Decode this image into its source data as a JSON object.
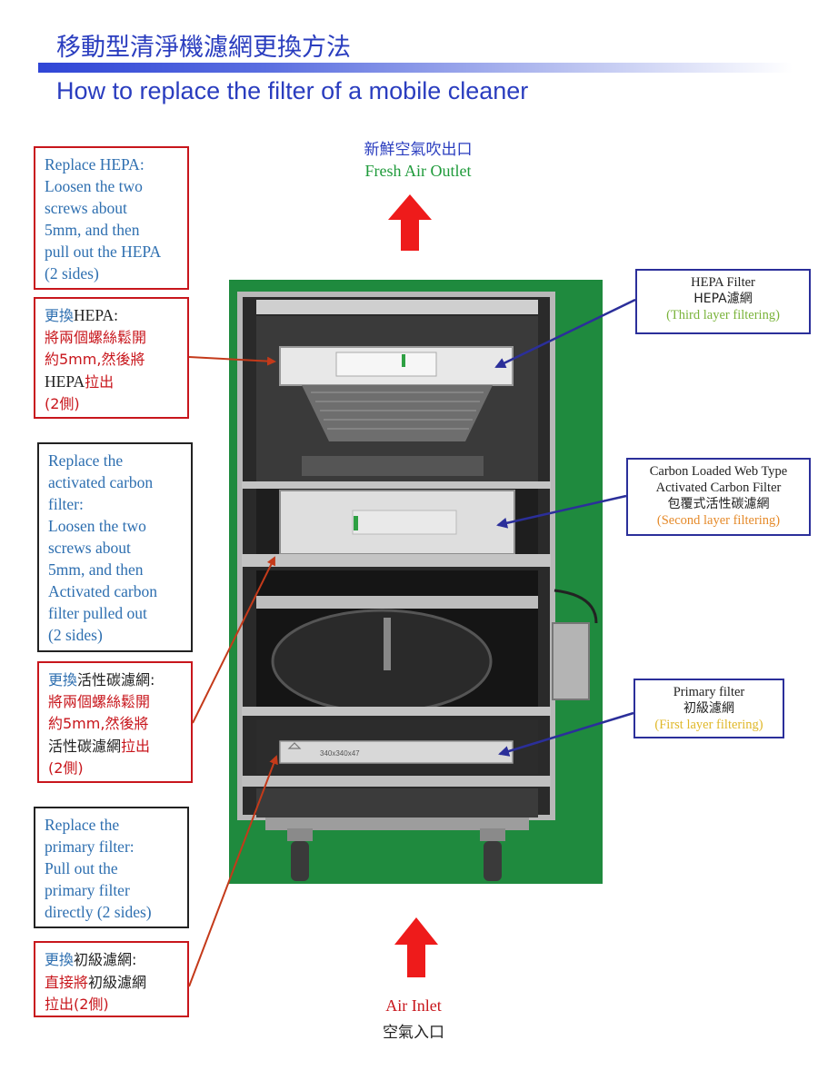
{
  "header": {
    "title_zh": "移動型清淨機濾網更換方法",
    "title_en": "How to replace the filter of a mobile cleaner"
  },
  "outlet": {
    "zh": "新鮮空氣吹出口",
    "en": "Fresh Air Outlet"
  },
  "inlet": {
    "en": "Air Inlet",
    "zh": "空氣入口"
  },
  "left_boxes": {
    "hepa_en": [
      "Replace HEPA:",
      "Loosen the two",
      "screws about",
      "5mm, and then",
      "pull out the HEPA",
      "(2 sides)"
    ],
    "hepa_zh": {
      "l1a": "更換",
      "l1b": "HEPA:",
      "l2": "將兩個螺絲鬆開",
      "l3": "約5mm,然後將",
      "l4a": "HEPA",
      "l4b": "拉出",
      "l5": "(2側)"
    },
    "carbon_en": [
      "Replace the",
      "activated carbon",
      "filter:",
      "Loosen the two",
      "screws about",
      "5mm, and then",
      "Activated carbon",
      "filter pulled out",
      "(2 sides)"
    ],
    "carbon_zh": {
      "l1a": "更換",
      "l1b": "活性碳濾網:",
      "l2": "將兩個螺絲鬆開",
      "l3": "約5mm,然後將",
      "l4a": "活性碳濾網",
      "l4b": "拉出",
      "l5": "(2側)"
    },
    "primary_en": [
      "Replace the",
      "primary filter:",
      "Pull out the",
      "primary filter",
      "directly (2 sides)"
    ],
    "primary_zh": {
      "l1a": "更換",
      "l1b": "初級濾網:",
      "l2a": "直接將",
      "l2b": "初級濾網",
      "l3": "拉出(2側)"
    }
  },
  "right_boxes": {
    "hepa": [
      "HEPA Filter",
      "HEPA濾網",
      "(Third layer filtering)"
    ],
    "carbon": [
      "Carbon Loaded Web Type",
      "Activated Carbon Filter",
      "包覆式活性碳濾網",
      "(Second layer filtering)"
    ],
    "primary": [
      "Primary filter",
      "初級濾網",
      "(First layer filtering)"
    ]
  },
  "photo": {
    "primary_label": "340x340x47"
  },
  "colors": {
    "title_blue": "#2a3dbf",
    "red": "#c8161c",
    "green_background": "#1f8a3e",
    "navy_arrow": "#2b2f9a",
    "red_arrow": "#c43a1a"
  }
}
